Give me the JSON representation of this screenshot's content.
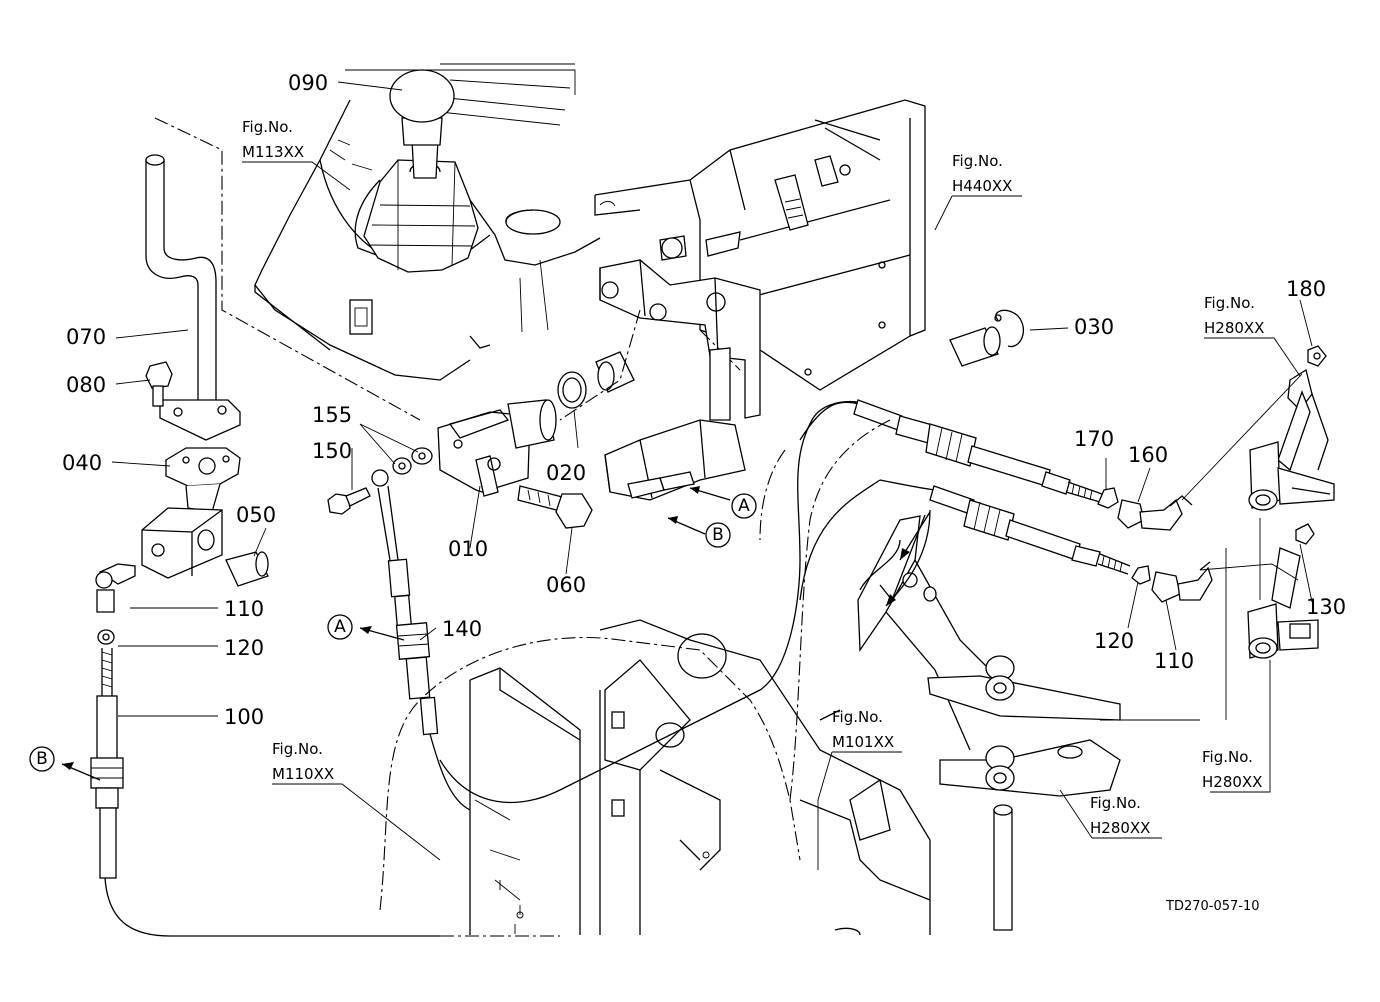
{
  "diagram": {
    "drawing_code": "TD270-057-10",
    "parts": {
      "p010": "010",
      "p020": "020",
      "p030": "030",
      "p040": "040",
      "p050": "050",
      "p060": "060",
      "p070": "070",
      "p080": "080",
      "p090": "090",
      "p100": "100",
      "p110a": "110",
      "p110b": "110",
      "p120a": "120",
      "p120b": "120",
      "p130": "130",
      "p140": "140",
      "p150": "150",
      "p155": "155",
      "p160": "160",
      "p170": "170",
      "p180": "180"
    },
    "refs": {
      "m113": {
        "line1": "Fig.No.",
        "line2": "M113XX"
      },
      "h440": {
        "line1": "Fig.No.",
        "line2": "H440XX"
      },
      "h280_top": {
        "line1": "Fig.No.",
        "line2": "H280XX"
      },
      "h280_right": {
        "line1": "Fig.No.",
        "line2": "H280XX"
      },
      "h280_bottom": {
        "line1": "Fig.No.",
        "line2": "H280XX"
      },
      "m110": {
        "line1": "Fig.No.",
        "line2": "M110XX"
      },
      "m101": {
        "line1": "Fig.No.",
        "line2": "M101XX"
      }
    },
    "markers": {
      "a_upper": "A",
      "b_upper": "B",
      "a_lower": "A",
      "b_lower": "B"
    }
  }
}
